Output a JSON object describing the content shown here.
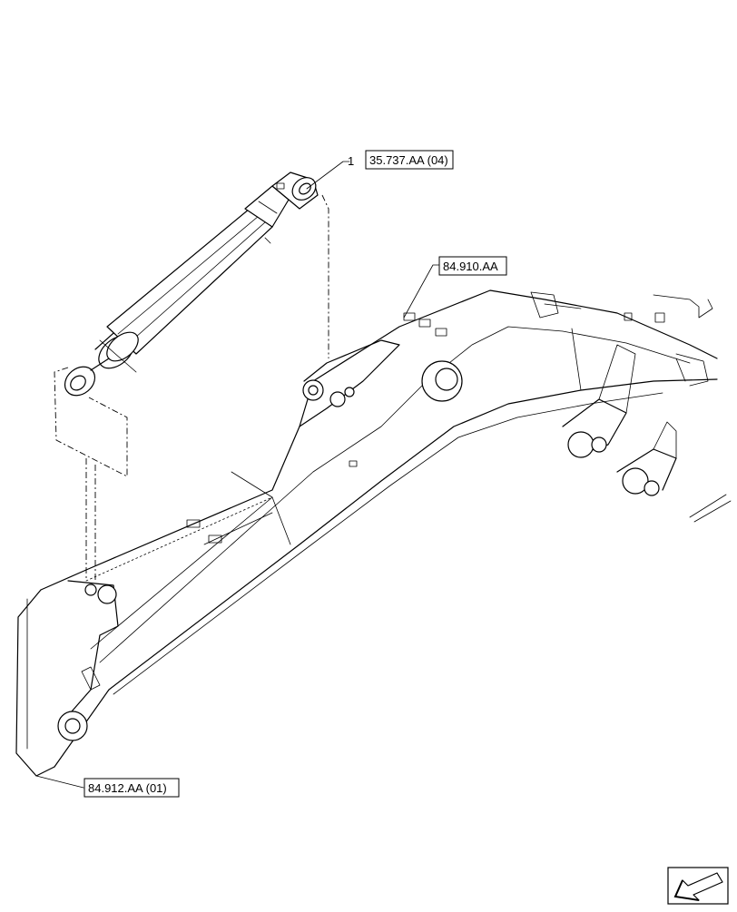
{
  "diagram": {
    "item_number": "1",
    "references": {
      "cylinder": "35.737.AA (04)",
      "boom": "84.910.AA",
      "boom_foot": "84.912.AA (01)"
    },
    "icons": {
      "orientation": "arrow-bottom-left-icon"
    }
  }
}
